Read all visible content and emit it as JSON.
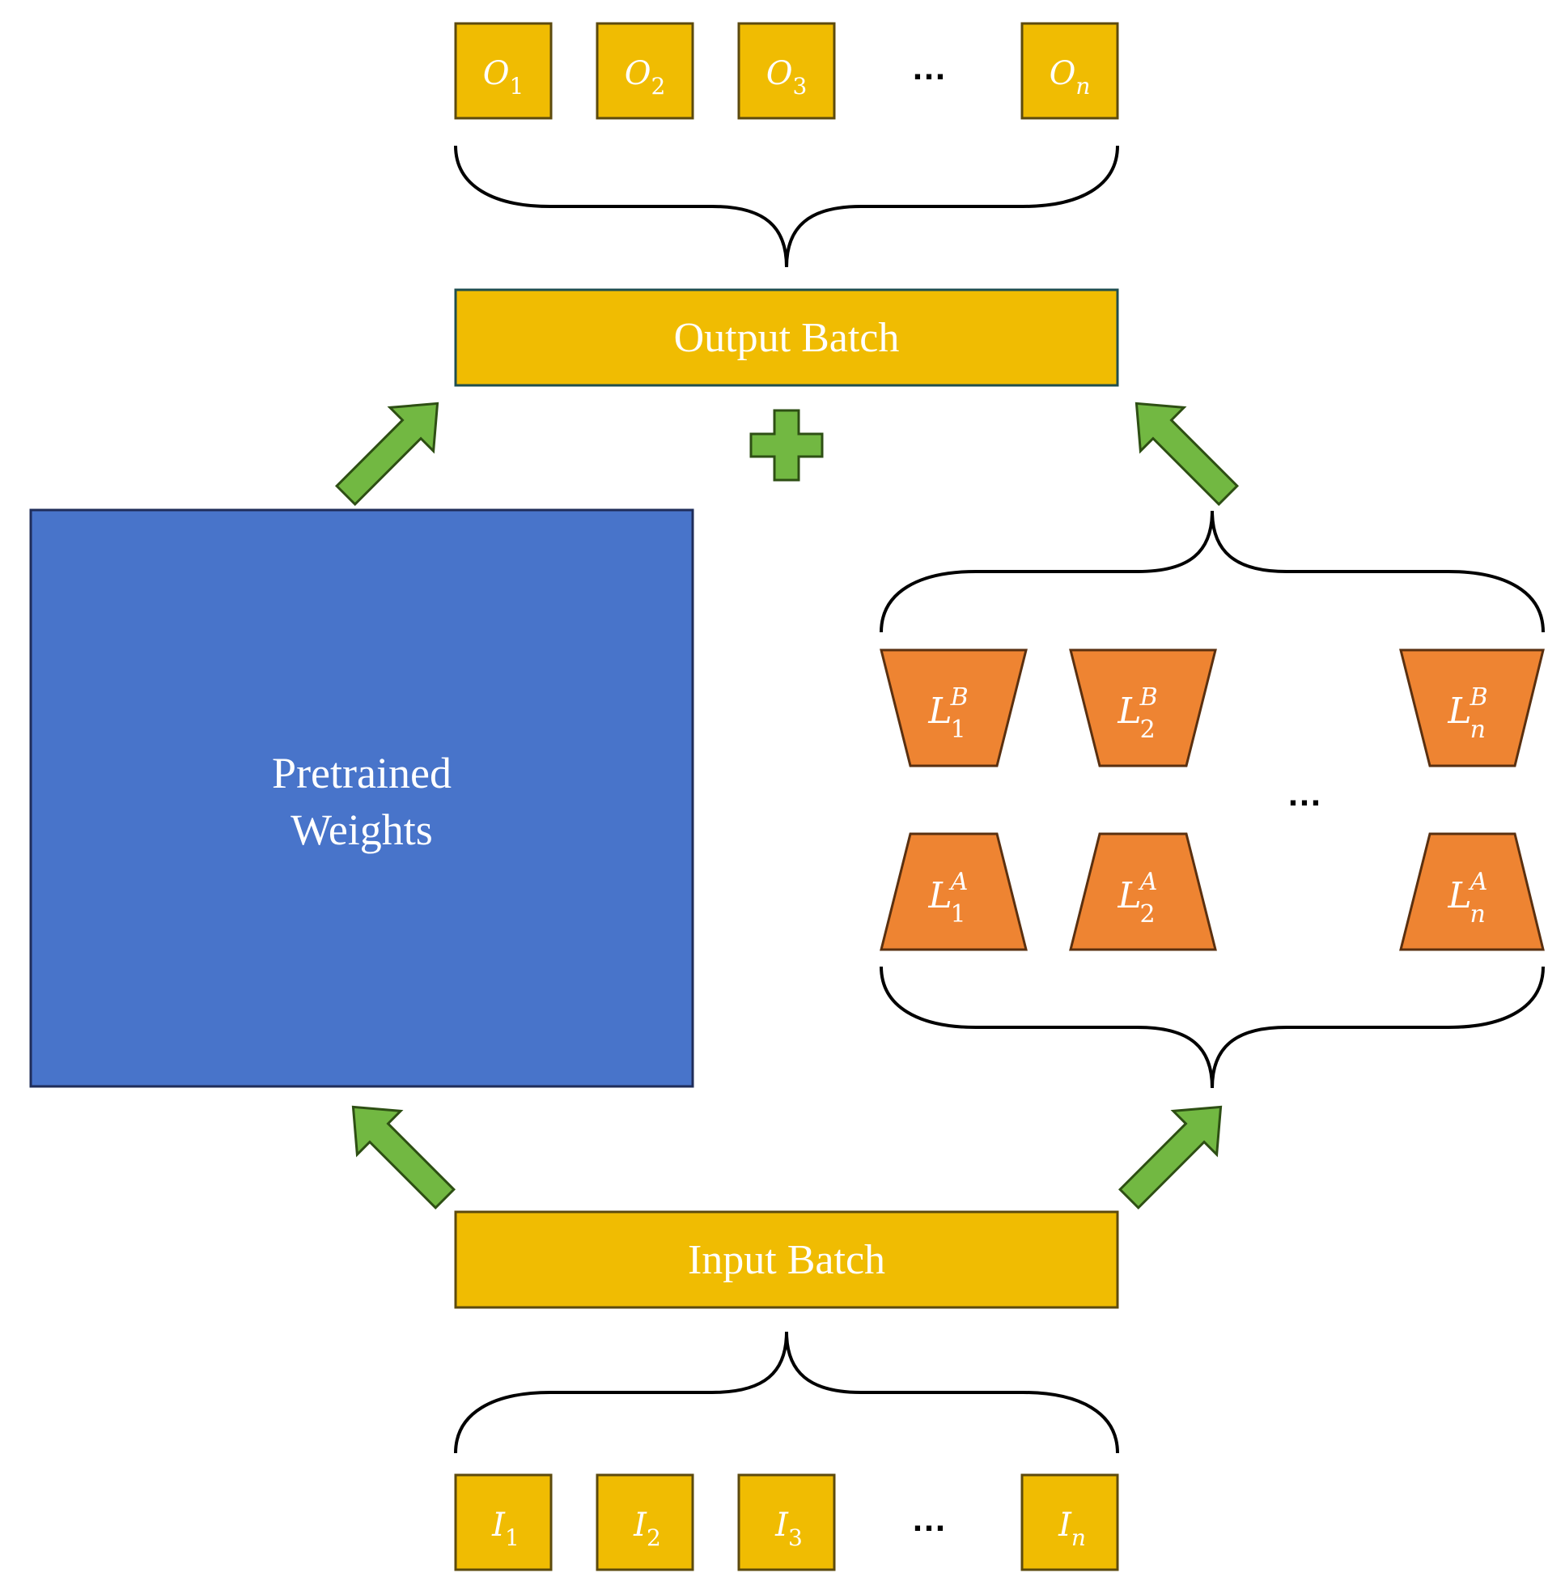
{
  "diagram": {
    "output_batch": {
      "label": "Output Batch",
      "items": [
        {
          "base": "O",
          "sub": "1"
        },
        {
          "base": "O",
          "sub": "2"
        },
        {
          "base": "O",
          "sub": "3"
        },
        {
          "base": "O",
          "sub": "n"
        }
      ],
      "ellipsis": "…"
    },
    "input_batch": {
      "label": "Input Batch",
      "items": [
        {
          "base": "I",
          "sub": "1"
        },
        {
          "base": "I",
          "sub": "2"
        },
        {
          "base": "I",
          "sub": "3"
        },
        {
          "base": "I",
          "sub": "n"
        }
      ],
      "ellipsis": "…"
    },
    "pretrained": {
      "line1": "Pretrained",
      "line2": "Weights"
    },
    "lora_b": [
      {
        "base": "L",
        "sub": "1",
        "sup": "B"
      },
      {
        "base": "L",
        "sub": "2",
        "sup": "B"
      },
      {
        "base": "L",
        "sub": "n",
        "sup": "B"
      }
    ],
    "lora_a": [
      {
        "base": "L",
        "sub": "1",
        "sup": "A"
      },
      {
        "base": "L",
        "sub": "2",
        "sup": "A"
      },
      {
        "base": "L",
        "sub": "n",
        "sup": "A"
      }
    ],
    "lora_ellipsis": "…",
    "plus_symbol": "plus-icon",
    "arrow_icon": "arrow-icon"
  },
  "colors": {
    "batch_fill": "#F0BC02",
    "batch_stroke": "#5C4A0E",
    "output_stroke": "#1F4E4E",
    "pretrained_fill": "#4874CA",
    "pretrained_stroke": "#1F2D5A",
    "lora_fill": "#EE8432",
    "lora_stroke": "#5A3010",
    "arrow_fill": "#72B842",
    "arrow_stroke": "#2E4F14",
    "brace": "#000000"
  }
}
